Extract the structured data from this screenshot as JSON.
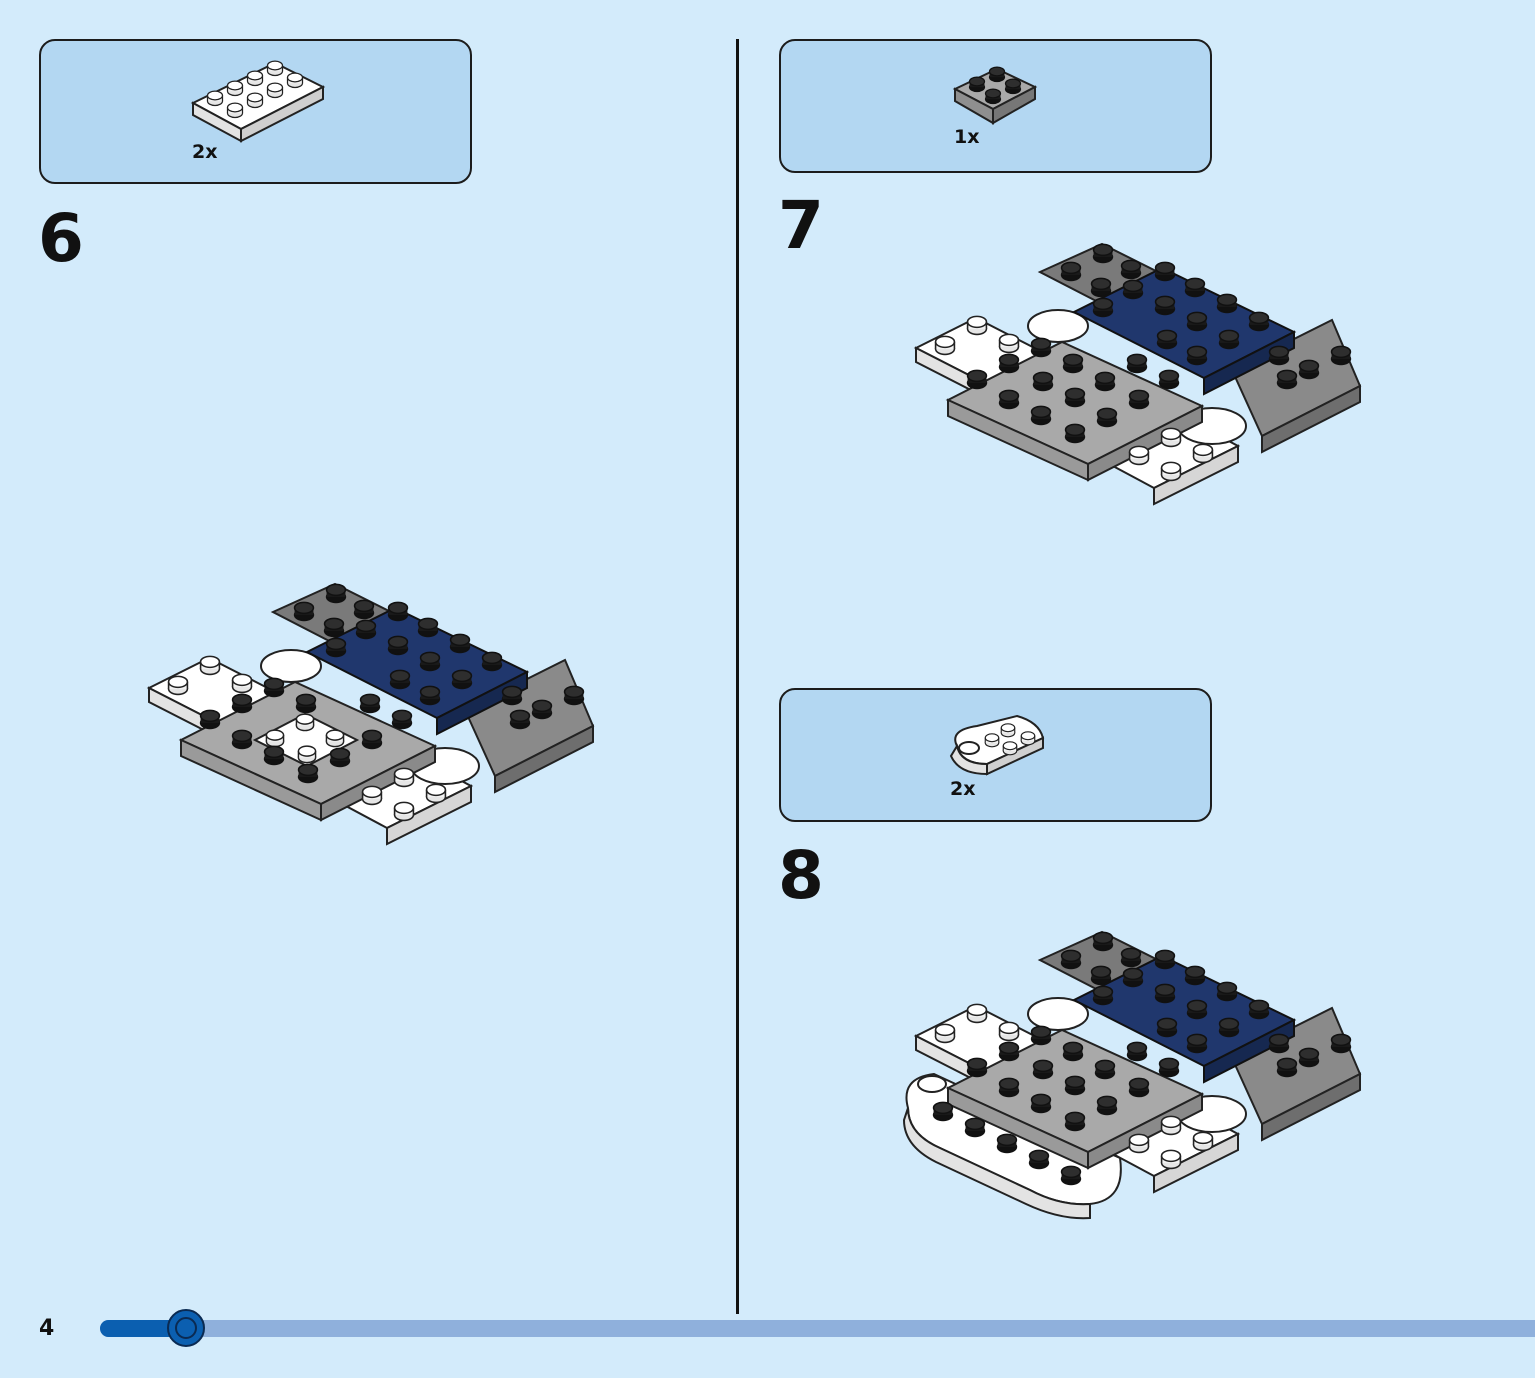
{
  "steps": [
    {
      "number": "6",
      "parts": [
        {
          "qty": "2x",
          "piece": "white 2x4 plate"
        }
      ]
    },
    {
      "number": "7",
      "parts": [
        {
          "qty": "1x",
          "piece": "gray 2x2 plate"
        }
      ]
    },
    {
      "number": "8",
      "parts": [
        {
          "qty": "2x",
          "piece": "white rounded 2x3 plate"
        }
      ]
    }
  ],
  "footer": {
    "page_number": "4",
    "progress": 0.06
  },
  "colors": {
    "background": "#d3ebfb",
    "parts_box": "#b3d7f2",
    "white_brick": "#ffffff",
    "light_gray_brick": "#a9a9a9",
    "dark_gray_brick": "#6b6b6b",
    "dark_blue_brick": "#20376d",
    "progress_fill": "#0b5fb0",
    "progress_track": "#8fb0dc"
  }
}
